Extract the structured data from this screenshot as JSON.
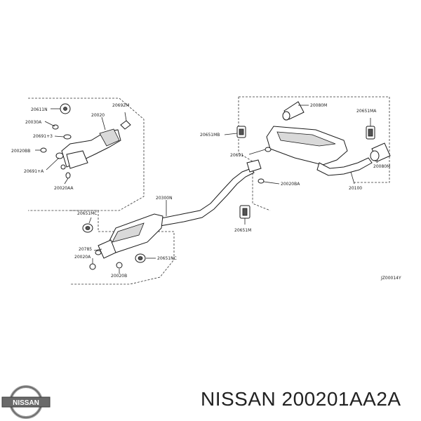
{
  "diagram": {
    "labels": {
      "l20611n": "20611N",
      "l20030a": "20030A",
      "l20691p3": "20691+3",
      "l20020bb": "20020BB",
      "l20691pa": "20691+A",
      "l20020aa": "20020AA",
      "l20020": "20020",
      "l20692m": "20692M",
      "l20300n": "20300N",
      "l20651mc_top": "20651MC",
      "l20785": "20785",
      "l20020a": "20020A",
      "l20020b": "20020B",
      "l20651nc": "20651NC",
      "l20651mb": "20651MB",
      "l20691": "20691",
      "l20020ba": "20020BA",
      "l20651m": "20651M",
      "l20080m": "20080M",
      "l20651ma": "20651MA",
      "l20080m_right": "20080M",
      "l20100": "20100"
    },
    "code": "JZ00014Y"
  },
  "caption": {
    "brand": "NISSAN",
    "part_number": "200201AA2A"
  },
  "logo": {
    "text": "NISSAN"
  }
}
